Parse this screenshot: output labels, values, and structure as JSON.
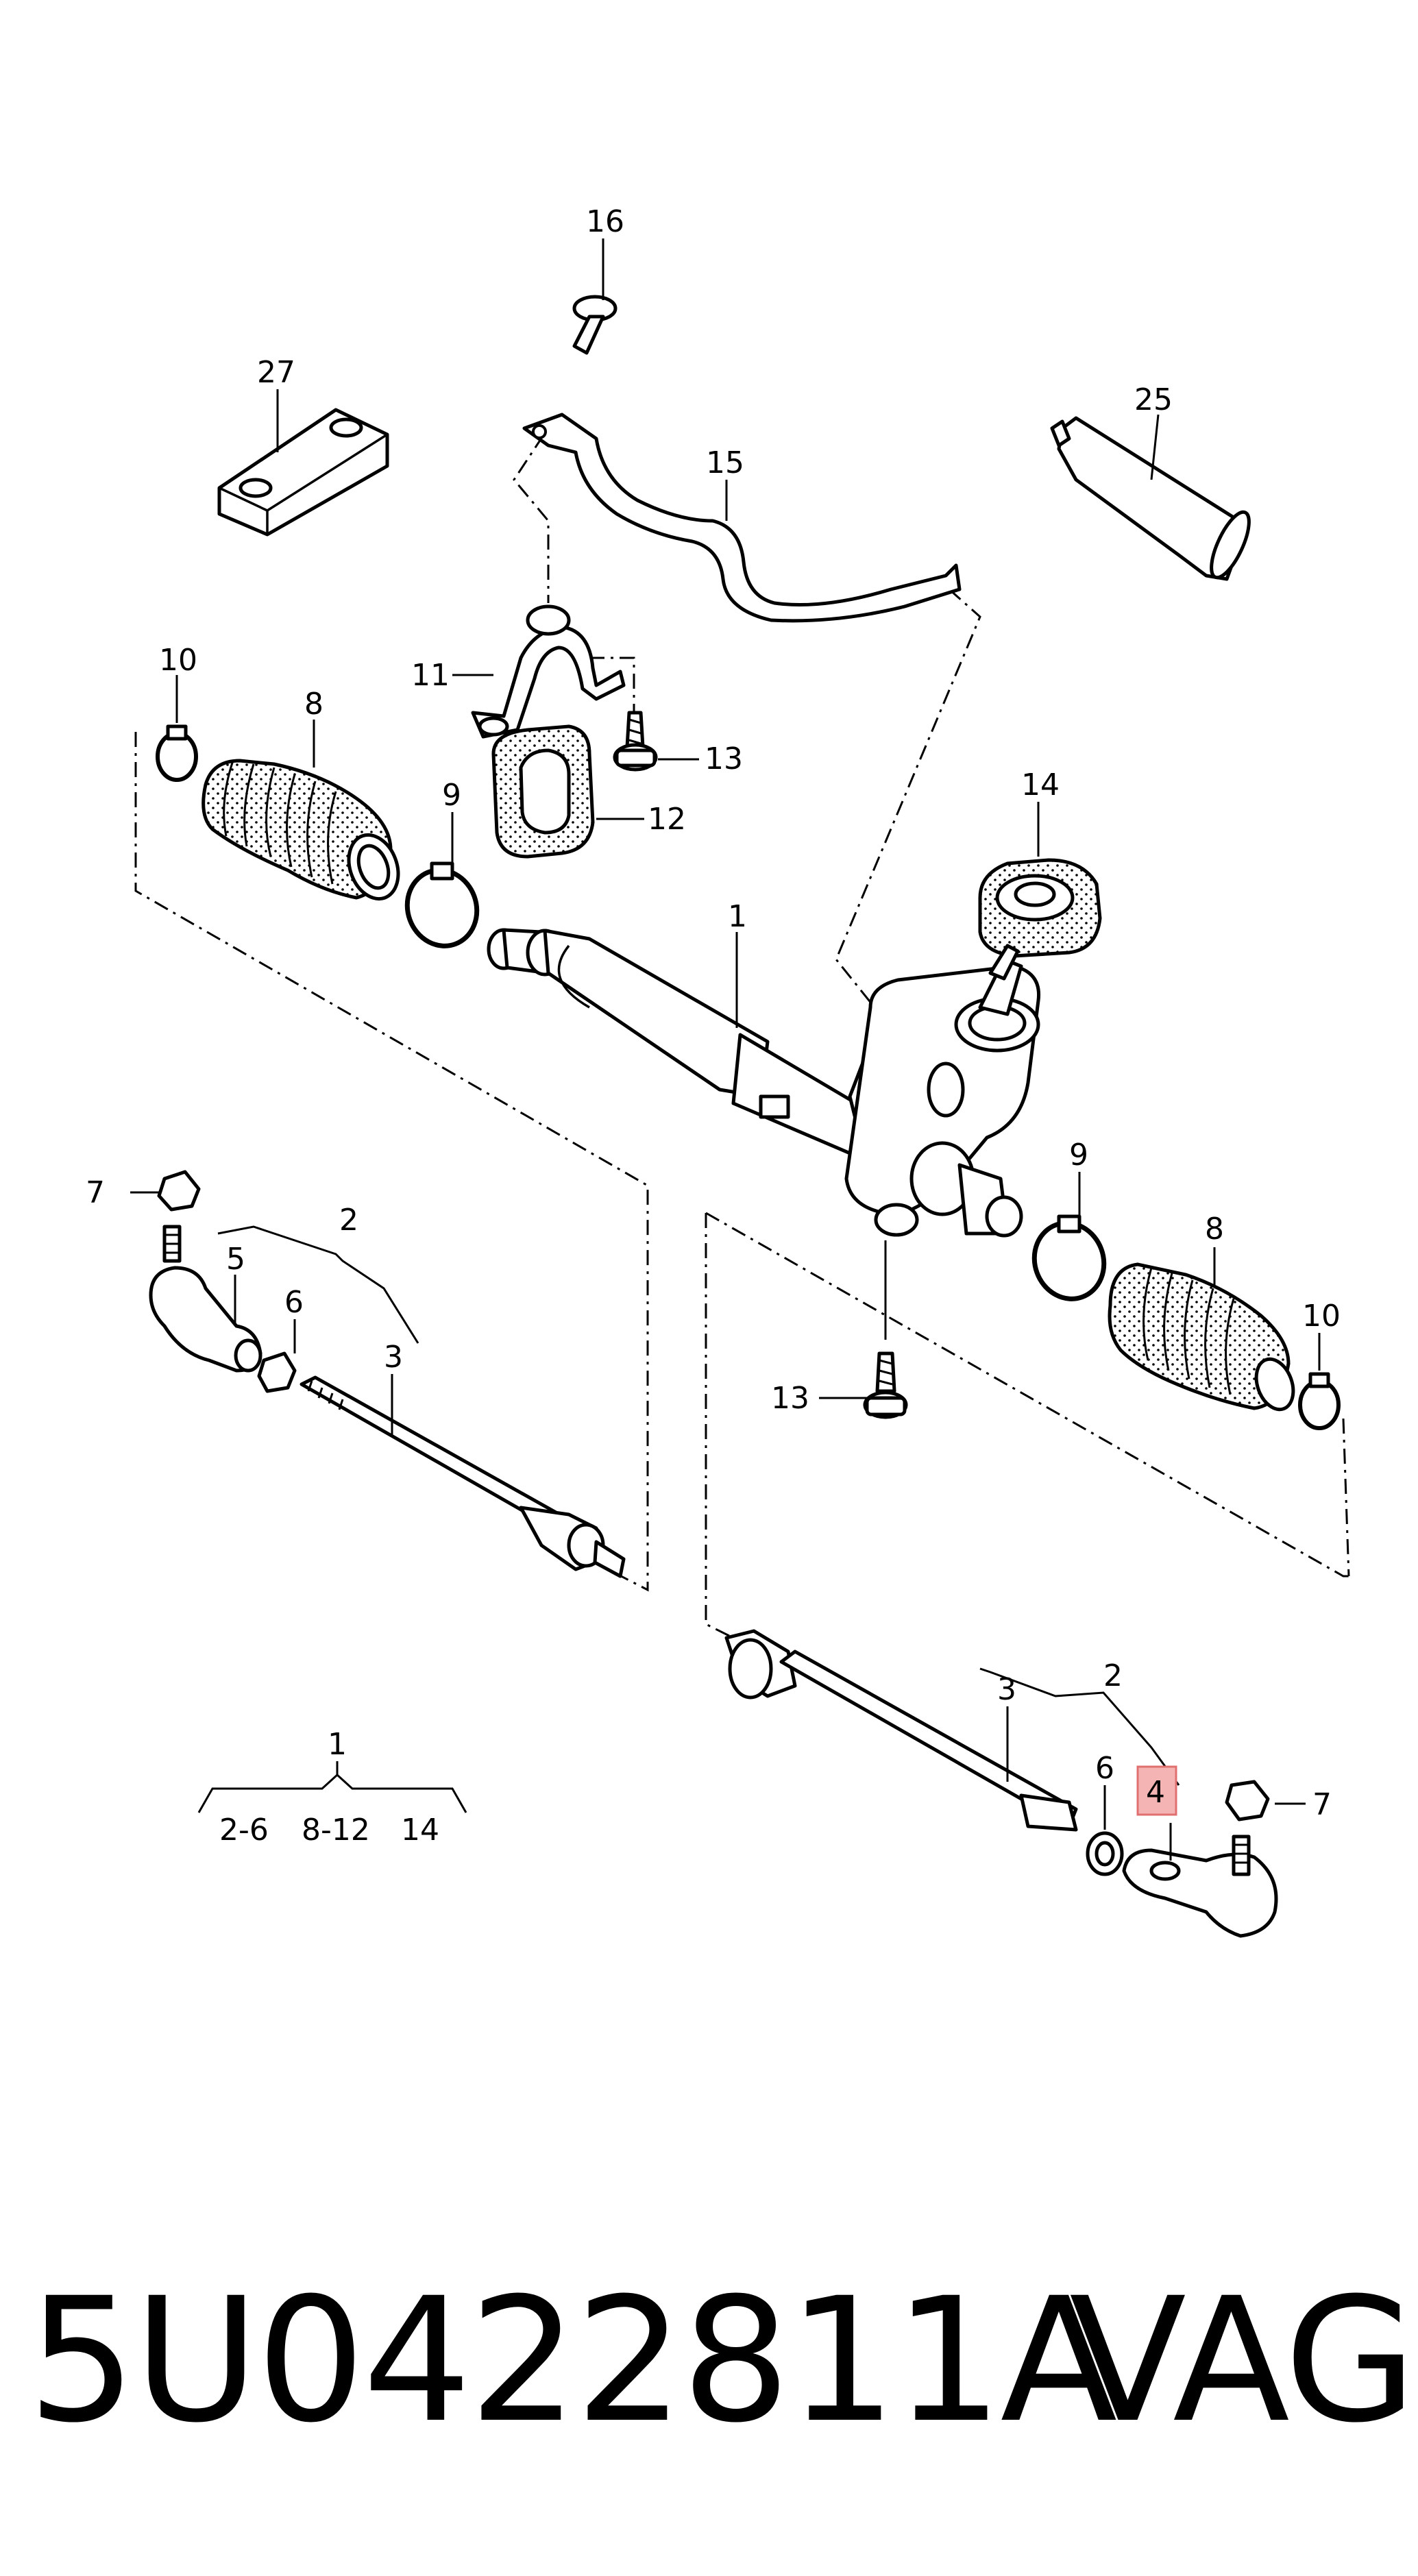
{
  "callouts": {
    "c1_rack": "1",
    "c2_left": "2",
    "c2_right": "2",
    "c3_left": "3",
    "c3_right": "3",
    "c4": "4",
    "c5": "5",
    "c6_left": "6",
    "c6_right": "6",
    "c7_left": "7",
    "c7_right": "7",
    "c8_left": "8",
    "c8_right": "8",
    "c9_left": "9",
    "c9_right": "9",
    "c10_left": "10",
    "c10_right": "10",
    "c11": "11",
    "c12": "12",
    "c13_upper": "13",
    "c13_lower": "13",
    "c14": "14",
    "c15": "15",
    "c16": "16",
    "c25": "25",
    "c27": "27"
  },
  "kit_legend": {
    "number": "1",
    "items": [
      "2-6",
      "8-12",
      "14"
    ]
  },
  "footer": {
    "part_number": "5U0422811A",
    "brand": "VAG"
  },
  "highlight": {
    "color": "#f4b4b4",
    "border": "#e07070",
    "highlighted_part": "4"
  }
}
